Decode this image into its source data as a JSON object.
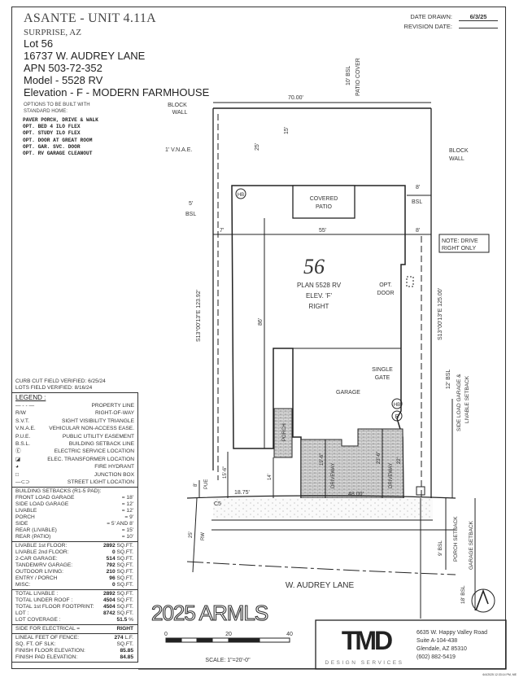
{
  "header": {
    "community": "ASANTE - UNIT 4.11A",
    "city": "SURPRISE, AZ",
    "lot": "Lot 56",
    "address": "16737 W. AUDREY LANE",
    "apn": "APN 503-72-352",
    "model": "Model - 5528 RV",
    "elevation": "Elevation - F - MODERN FARMHOUSE"
  },
  "dates": {
    "drawn_label": "DATE DRAWN:",
    "drawn_value": "6/3/25",
    "revision_label": "REVISION DATE:",
    "revision_value": ""
  },
  "options": {
    "intro": [
      "OPTIONS TO BE BUILT WITH",
      "STANDARD HOME:"
    ],
    "items": [
      "PAVER PORCH, DRIVE & WALK",
      "OPT. BED 4 ILO FLEX",
      "OPT. STUDY ILO FLEX",
      "OPT. DOOR AT GREAT ROOM",
      "OPT. GAR. SVC. DOOR",
      "OPT. RV GARAGE CLEANOUT"
    ]
  },
  "verified": [
    "CURB CUT FIELD VERIFIED: 6/25/24",
    "LOTS FIELD VERIFIED: 8/16/24"
  ],
  "legend": {
    "title": "LEGEND :",
    "items": [
      {
        "symbol": "— - - —",
        "label": "PROPERTY LINE"
      },
      {
        "symbol": "R/W",
        "label": "RIGHT-OF-WAY"
      },
      {
        "symbol": "S.V.T.",
        "label": "SIGHT VISIBILITY TRIANGLE"
      },
      {
        "symbol": "V.N.A.E.",
        "label": "VEHICULAR NON-ACCESS EASE."
      },
      {
        "symbol": "P.U.E.",
        "label": "PUBLIC UTILITY EASEMENT"
      },
      {
        "symbol": "B.S.L.",
        "label": "BUILDING SETBACK LINE"
      },
      {
        "symbol": "Ⓔ",
        "label": "ELECTRIC SERVICE LOCATION"
      },
      {
        "symbol": "◪",
        "label": "ELEC. TRANSFORMER LOCATION"
      },
      {
        "symbol": "◕",
        "label": "FIRE HYDRANT"
      },
      {
        "symbol": "□",
        "label": "JUNCTION BOX"
      },
      {
        "symbol": "—⊂⊃",
        "label": "STREET LIGHT LOCATION"
      }
    ]
  },
  "setbacks": {
    "title": "BUILDING SETBACKS (R1-5 PAD):",
    "rows": [
      [
        "FRONT LOAD GARAGE",
        "= 18'"
      ],
      [
        "SIDE LOAD GARAGE",
        "= 12'"
      ],
      [
        "LIVABLE",
        "= 12'"
      ],
      [
        "PORCH",
        "= 9'"
      ],
      [
        "SIDE",
        "= 5' AND 8'"
      ],
      [
        "REAR (LIVABLE)",
        "= 15'"
      ],
      [
        "REAR (PATIO)",
        "= 10'"
      ]
    ]
  },
  "areas": [
    [
      "LIVABLE 1st FLOOR:",
      "2892",
      "SQ.FT."
    ],
    [
      "LIVABLE 2nd FLOOR:",
      "0",
      "SQ.FT."
    ],
    [
      "2-CAR GARAGE:",
      "514",
      "SQ.FT."
    ],
    [
      "TANDEM/RV GARAGE:",
      "792",
      "SQ.FT."
    ],
    [
      "OUTDOOR LIVING:",
      "210",
      "SQ.FT."
    ],
    [
      "ENTRY / PORCH",
      "96",
      "SQ.FT."
    ],
    [
      "MISC:",
      "0",
      "SQ.FT."
    ]
  ],
  "totals": [
    [
      "TOTAL LIVABLE :",
      "2892",
      "SQ.FT."
    ],
    [
      "TOTAL UNDER ROOF :",
      "4504",
      "SQ.FT."
    ],
    [
      "TOTAL 1st FLOOR FOOTPRINT:",
      "4504",
      "SQ.FT."
    ],
    [
      "LOT :",
      "8742",
      "SQ.FT."
    ],
    [
      "LOT COVERAGE :",
      "51.5",
      "%"
    ]
  ],
  "electrical": {
    "label": "SIDE FOR ELECTRICAL =",
    "value": "RIGHT"
  },
  "misc": [
    [
      "LINEAL FEET OF FENCE:",
      "274",
      "L.F."
    ],
    [
      "SQ. FT. OF SLK:",
      "",
      "SQ.FT."
    ],
    [
      "FINISH FLOOR ELEVATION:",
      "85.85",
      ""
    ],
    [
      "FINISH PAD ELEVATION:",
      "84.85",
      ""
    ]
  ],
  "watermark": "2025 ARMLS",
  "plan": {
    "lot_number": "56",
    "plan_lines": [
      "PLAN 5528 RV",
      "ELEV. 'F'",
      "RIGHT"
    ],
    "rear_width": "70.00'",
    "house_width": "55'",
    "left_bearing": "S13°00'13\"E 123.92'",
    "right_bearing": "S13°00'13\"E 125.00'",
    "depth": "86'",
    "front_width": "48.00'",
    "left_offset": "18.75'",
    "labels": {
      "block_wall": [
        "BLOCK",
        "WALL"
      ],
      "vnae": "1' V.N.A.E.",
      "bsl": "BSL",
      "rear_bsl": "10' BSL",
      "patio_cover": "PATIO COVER",
      "covered_patio": [
        "COVERED",
        "PATIO"
      ],
      "hb": "HB",
      "e": "E",
      "opt_door": [
        "OPT.",
        "DOOR"
      ],
      "note": [
        "NOTE: DRIVE",
        "RIGHT ONLY"
      ],
      "single_gate": [
        "SINGLE",
        "GATE"
      ],
      "garage": "GARAGE",
      "porch": "PORCH",
      "driveway": "DRIVEWAY",
      "pue": "PUE",
      "rw": "RW",
      "c5": "C5",
      "street": "W. AUDREY LANE",
      "side_bsl": "12' BSL",
      "side_setback": [
        "SIDE LOAD GARAGE &",
        "LIVABLE SETBACK"
      ],
      "porch_bsl": "9' BSL",
      "porch_setback": "PORCH SETBACK",
      "garage_bsl": "18' BSL",
      "garage_setback": "GARAGE SETBACK"
    },
    "dims": {
      "d15": "15'",
      "d25": "25'",
      "d8": "8'",
      "d5": "5'",
      "d7": "7'",
      "d155": "15'-6\"",
      "d14": "14'",
      "d195": "19'-6\"",
      "d235": "23'-6\"",
      "d22": "22'",
      "d25rw": "25'",
      "d8pue": "8'"
    }
  },
  "scale": {
    "ticks": [
      "0",
      "20",
      "40"
    ],
    "label": "SCALE: 1\"=20'-0\""
  },
  "company": {
    "logo": "TMD",
    "tagline": "DESIGN SERVICES",
    "address": [
      "6635 W. Happy Valley Road",
      "Suite A-104-438",
      "Glendale, AZ 85310",
      "(602) 882-5419"
    ]
  },
  "timestamp": "6/4/2025 12:33:14 PM, ME"
}
